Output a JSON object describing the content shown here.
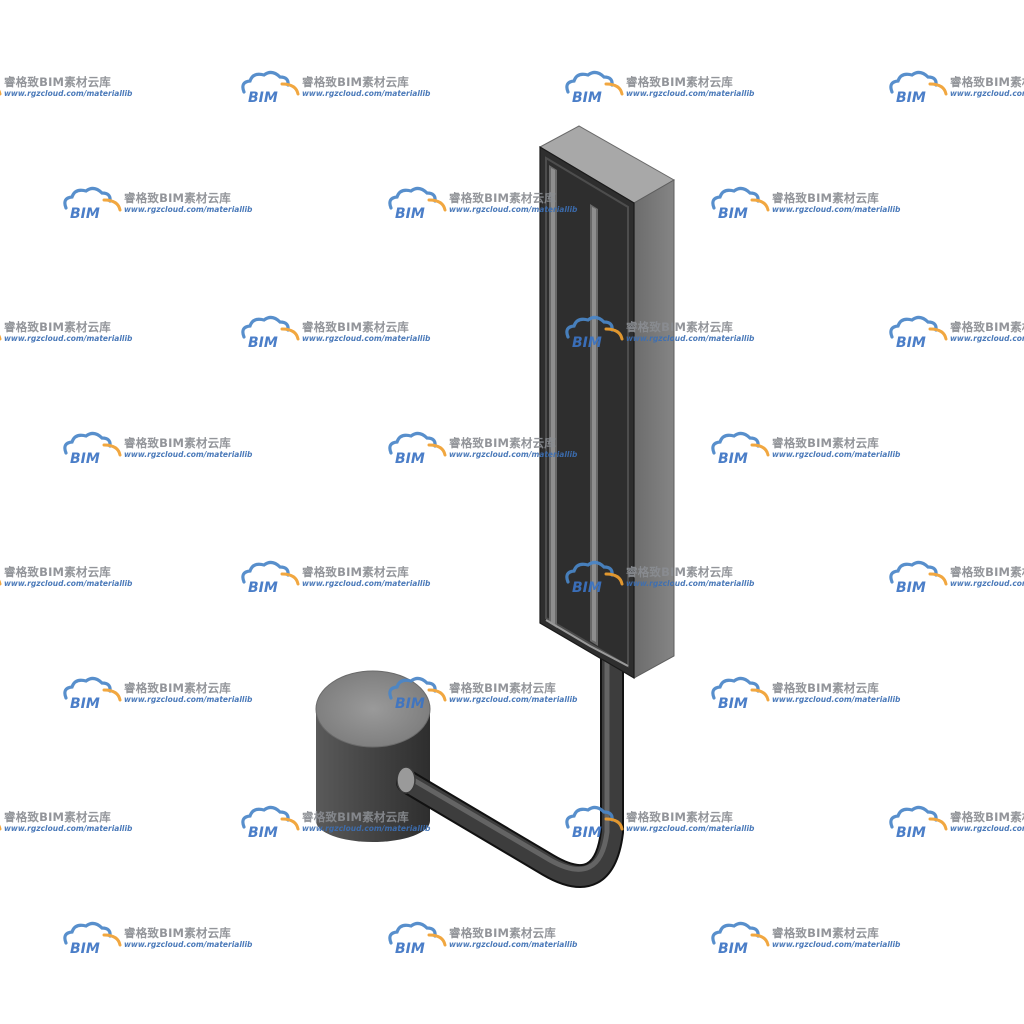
{
  "watermark": {
    "logo_text": "BIM",
    "title": "睿格致BIM素材云库",
    "url": "www.rgzcloud.com/materiallib",
    "colors": {
      "cloud_blue": "#4a86c8",
      "cloud_orange": "#f0a030",
      "title_gray": "#8a8d92",
      "url_blue": "#3c6fb4"
    }
  },
  "model": {
    "description_icon": "bim-meter-3d-model",
    "colors": {
      "panel_front": "#2f2f2f",
      "panel_side": "#7b7b7b",
      "panel_top": "#a6a6a6",
      "pipe": "#3a3a3a",
      "tank_body": "#4a4a4a",
      "tank_top": "#8c8c8c"
    }
  }
}
